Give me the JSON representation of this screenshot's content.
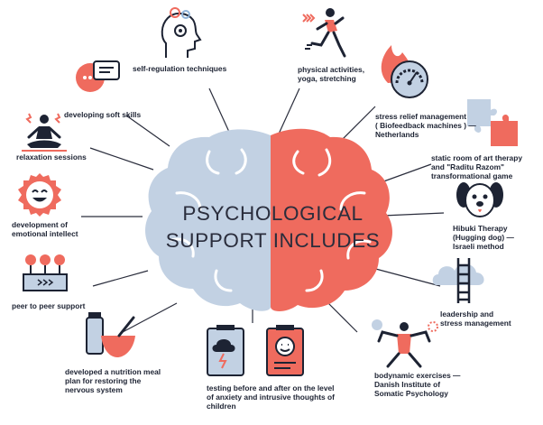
{
  "center": {
    "line1": "PSYCHOLOGICAL",
    "line2": "SUPPORT INCLUDES"
  },
  "colors": {
    "left_brain": "#c2d1e3",
    "right_brain": "#ef6b5e",
    "ink": "#1d2333",
    "accent_red": "#ef6b5e",
    "accent_blue": "#c2d1e3"
  },
  "items": {
    "self_regulation": "self-regulation techniques",
    "physical": [
      "physical activities,",
      "yoga, stretching"
    ],
    "soft_skills": "developing soft skills",
    "stress_relief": [
      "stress relief management",
      "( Biofeedback machines ) —",
      "Netherlands"
    ],
    "relaxation": "relaxation sessions",
    "art_therapy": [
      "static room of art therapy",
      "and \"Raditu Razom\"",
      "transformational game"
    ],
    "emotional": [
      "development of",
      "emotional intellect"
    ],
    "hibuki": [
      "Hibuki Therapy",
      "(Hugging dog) —",
      "Israeli method"
    ],
    "peer": "peer to peer support",
    "leadership": [
      "leadership and",
      "stress management"
    ],
    "nutrition": [
      "developed a nutrition meal",
      "plan for restoring the",
      "nervous system"
    ],
    "testing": [
      "testing before and after on the level",
      "of anxiety and intrusive thoughts of",
      "children"
    ],
    "bodynamic": [
      "bodynamic exercises —",
      "Danish Institute of",
      "Somatic Psychology"
    ]
  },
  "icons": [
    "head-gears-icon",
    "running-person-icon",
    "speech-bubbles-icon",
    "biofeedback-gauge-icon",
    "meditation-icon",
    "puzzle-icon",
    "smiley-icon",
    "dog-icon",
    "flowers-box-icon",
    "ladder-cloud-icon",
    "meal-bowl-icon",
    "test-clipboards-icon",
    "stretching-person-icon"
  ]
}
